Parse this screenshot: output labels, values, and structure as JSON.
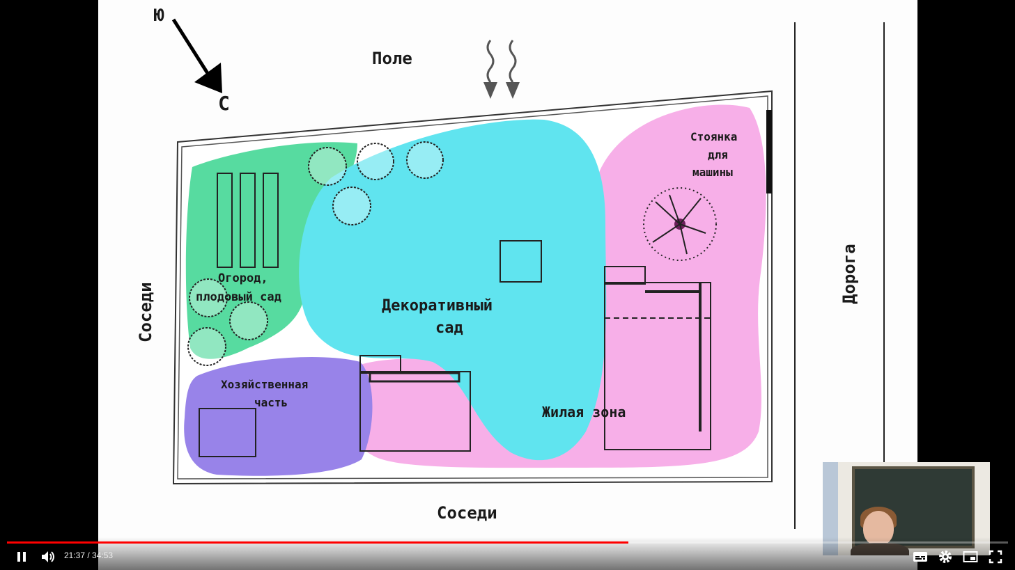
{
  "plan": {
    "compass": {
      "south": "Ю",
      "north": "С"
    },
    "top_label": "Поле",
    "left_label": "Соседи",
    "bottom_label": "Соседи",
    "right_label": "Дорога",
    "zones": {
      "vegetable": [
        "Огород,",
        "плодовый сад"
      ],
      "decorative": [
        "Декоративный",
        "сад"
      ],
      "parking": [
        "Стоянка",
        "для",
        "машины"
      ],
      "utility": [
        "Хозяйственная",
        "часть"
      ],
      "living": "Жилая зона"
    },
    "colors": {
      "green": "#48d898",
      "cyan": "#52e2ee",
      "pink": "#f7a8e6",
      "purple": "#8f78e8",
      "blue_overlap": "#6fb2f0"
    }
  },
  "player": {
    "progress": 0.621,
    "time_current": "21:37",
    "time_separator": " / ",
    "time_total": "34:53",
    "accent": "#ff0000"
  }
}
